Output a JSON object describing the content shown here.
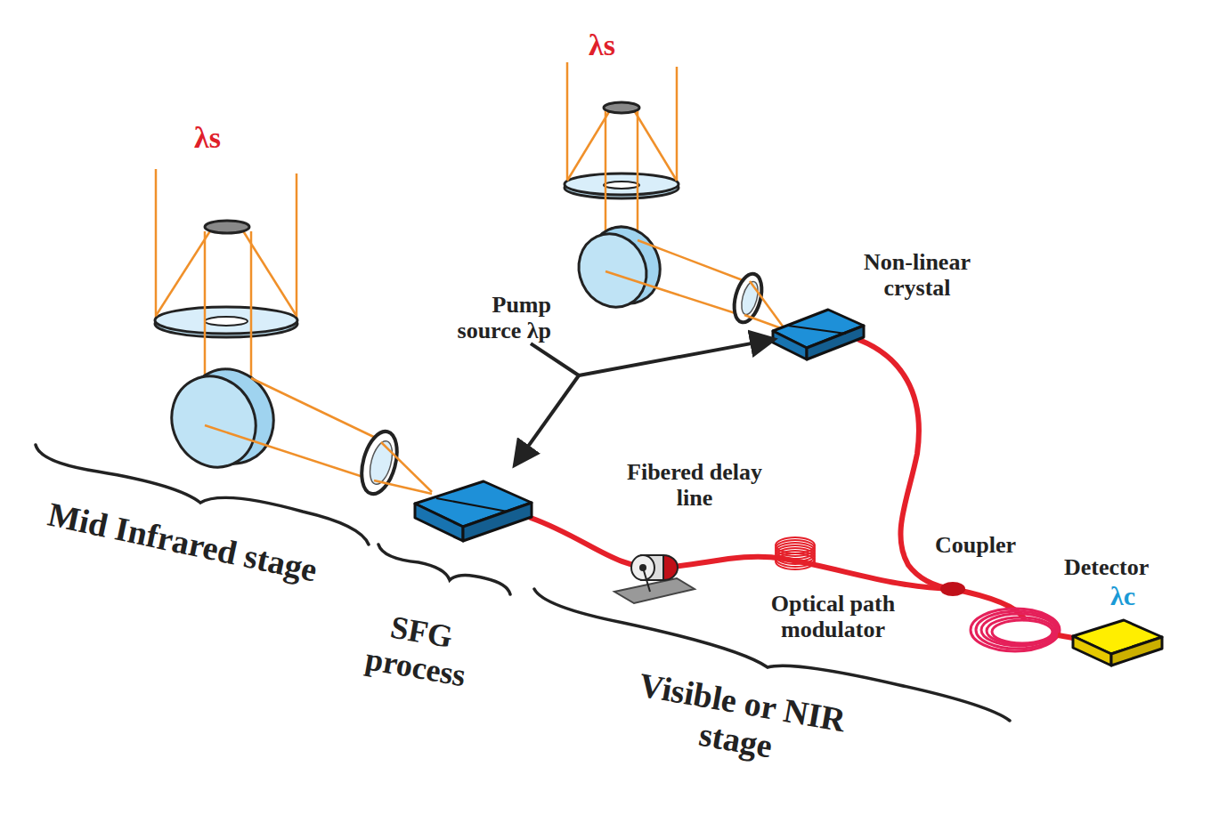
{
  "diagram": {
    "nodes": [
      {
        "text": [
          "Pump source λp"
        ]
      },
      {
        "text": [
          "Non-linear crystal"
        ]
      },
      {
        "text": [
          "Detector",
          "λc"
        ]
      }
    ],
    "edges": [
      {
        "from": 0,
        "to": 1,
        "arrow": "to"
      }
    ],
    "labels": [
      "λs",
      "λs",
      "Fibered delay line",
      "Optical path modulator",
      "Coupler",
      "Mid Infrared stage",
      "SFG process",
      "Visible or NIR stage"
    ]
  }
}
